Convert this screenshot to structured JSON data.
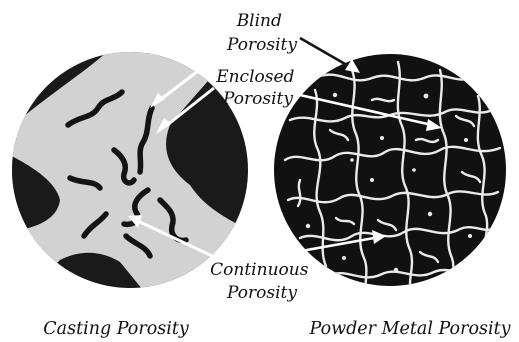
{
  "callouts": {
    "blind": [
      "Blind",
      "Porosity"
    ],
    "enclosed": [
      "Enclosed",
      "Porosity"
    ],
    "continuous": [
      "Continuous",
      "Porosity"
    ]
  },
  "captions": {
    "left": "Casting Porosity",
    "right": "Powder Metal Porosity"
  }
}
